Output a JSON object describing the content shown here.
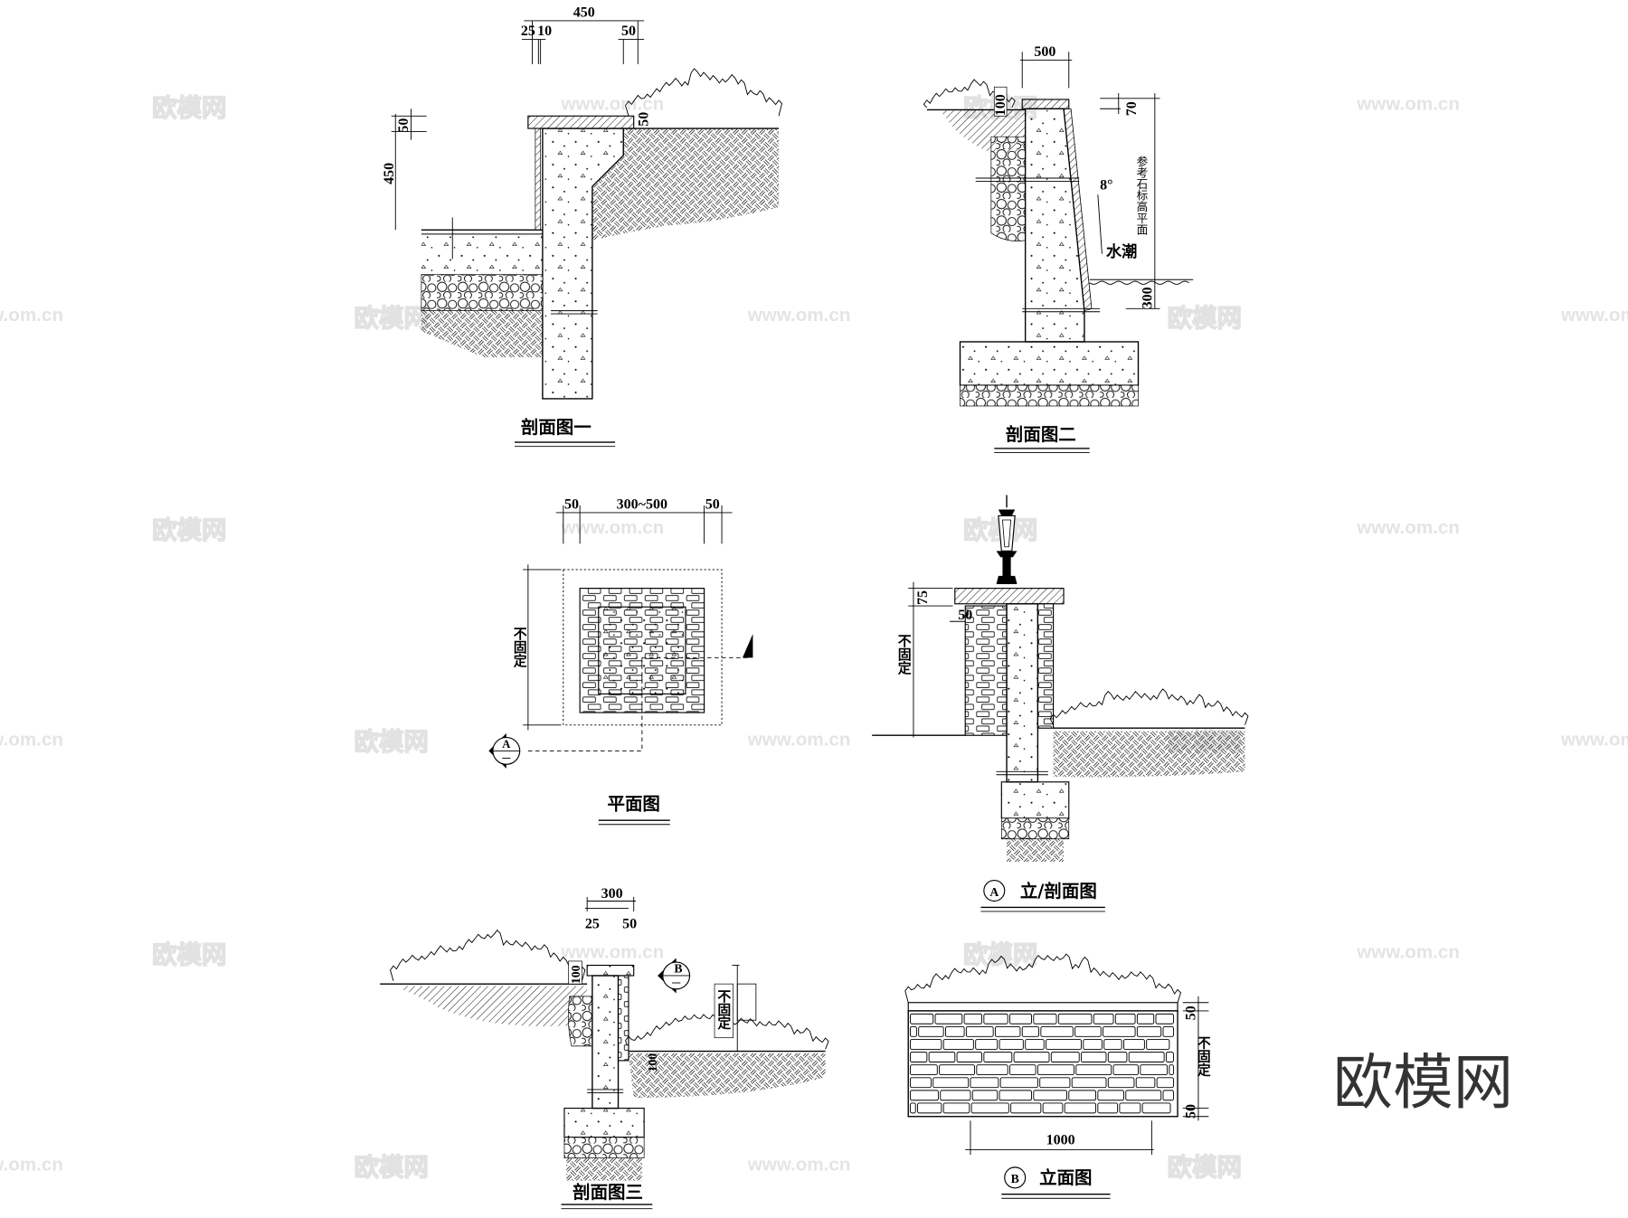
{
  "watermark": {
    "logo_text": "欧模网",
    "url_text": "www.om.cn",
    "corner_logo": "欧模网"
  },
  "section1": {
    "title": "剖面图一",
    "dims": {
      "total_top": "450",
      "d25": "25",
      "d10": "10",
      "d50_top": "50",
      "d50_right": "50",
      "left_total": "450",
      "left_50": "50"
    }
  },
  "section2": {
    "title": "剖面图二",
    "dims": {
      "top": "500",
      "d100": "100",
      "d70": "70",
      "d300": "300"
    },
    "angle": "8°",
    "water_label": "水潮",
    "note": "参考石标高平面"
  },
  "plan": {
    "title": "平面图",
    "dims": {
      "left50": "50",
      "middle": "300~500",
      "right50": "50",
      "side": "不固定"
    },
    "marker": "A"
  },
  "elevation_a": {
    "marker": "A",
    "title": "立/剖面图",
    "dims": {
      "d75": "75",
      "d50": "50",
      "side": "不固定"
    }
  },
  "section3": {
    "title": "剖面图三",
    "dims": {
      "top": "300",
      "d25": "25",
      "d50": "50",
      "d100_left": "100",
      "d100_right": "100",
      "side": "不固定"
    },
    "marker": "B"
  },
  "elevation_b": {
    "marker": "B",
    "title": "立面图",
    "dims": {
      "top50": "50",
      "side": "不固定",
      "bottom50": "50",
      "width": "1000"
    }
  }
}
